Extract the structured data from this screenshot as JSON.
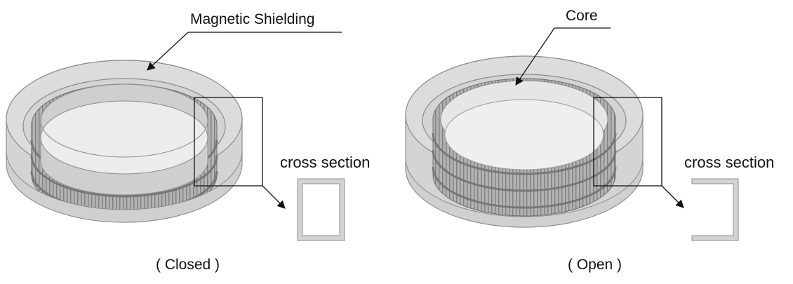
{
  "figures": [
    {
      "label": "Magnetic Shielding",
      "cross_section_label": "cross section",
      "caption": "( Closed )"
    },
    {
      "label": "Core",
      "cross_section_label": "cross section",
      "caption": "( Open )"
    }
  ],
  "colors": {
    "shield_fill": "#d6d6d6",
    "shield_stroke": "#8c8c8c",
    "core_fill": "#a9a9a9",
    "core_stroke": "#6f6f6f",
    "line": "#111111"
  }
}
